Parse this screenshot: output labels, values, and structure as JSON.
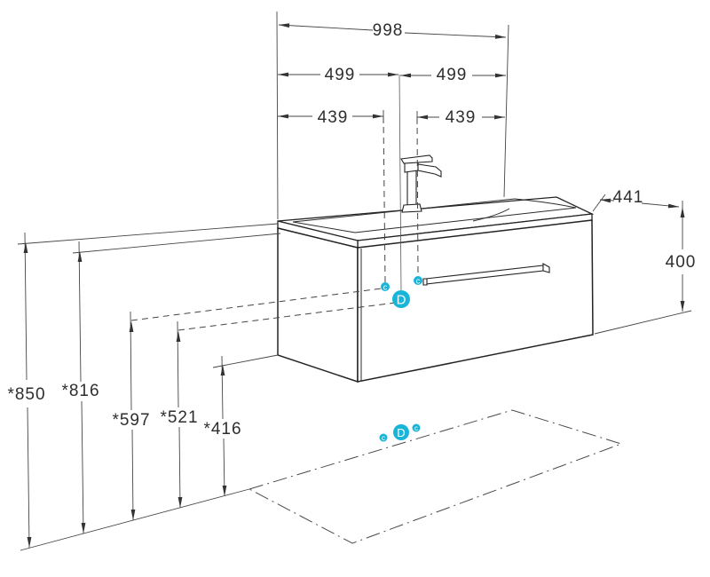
{
  "dims": {
    "total_width": "998",
    "half_width_left": "499",
    "half_width_right": "499",
    "conn_offset_left": "439",
    "conn_offset_right": "439",
    "depth": "441",
    "cabinet_height": "400",
    "height_worktop": "*850",
    "height_cabinet_top": "*816",
    "height_connection_c": "*597",
    "height_drain_d": "*521",
    "height_cabinet_bottom": "*416"
  },
  "markers": {
    "color": "#19b5d9",
    "c_label": "c",
    "d_label": "D"
  }
}
